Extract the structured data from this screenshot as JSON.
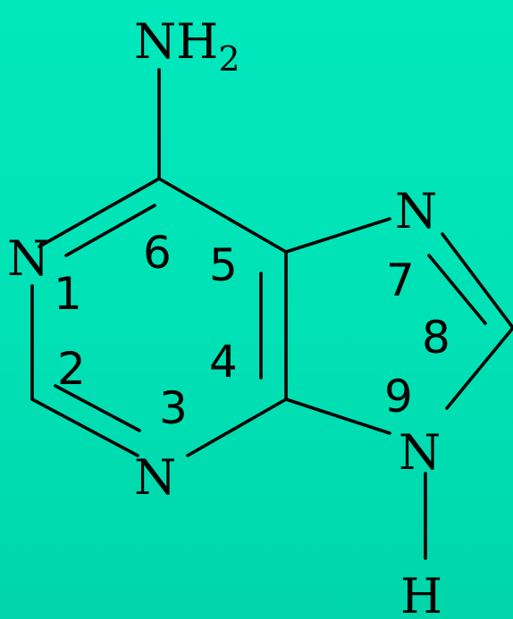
{
  "molecule": {
    "amine_group": {
      "symbol": "NH",
      "subscript": "2"
    },
    "atoms": {
      "n1": "N",
      "n3": "N",
      "n7": "N",
      "n9": "N",
      "h9": "H"
    },
    "position_numbers": [
      "1",
      "2",
      "3",
      "4",
      "5",
      "6",
      "7",
      "8",
      "9"
    ]
  },
  "colors": {
    "background": "#00dfb4",
    "ink": "#000000"
  }
}
